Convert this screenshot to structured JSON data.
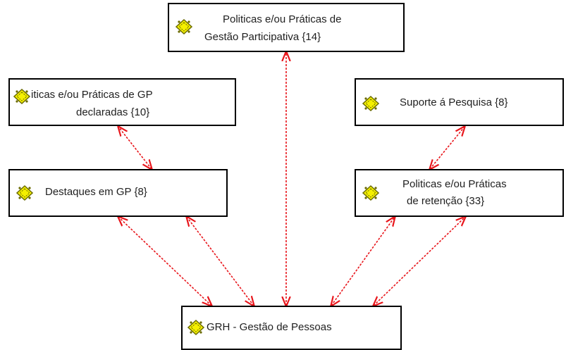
{
  "nodes": {
    "gestao_participativa": {
      "line1": "Politicas e/ou Práticas de",
      "line2": "Gestão Participativa {14}",
      "icon": "network-node-icon"
    },
    "declaradas": {
      "line1": "iticas e/ou Práticas  de GP",
      "line2": "declaradas {10}",
      "icon": "network-node-icon"
    },
    "suporte": {
      "line1": "Suporte á Pesquisa {8}",
      "icon": "network-node-icon"
    },
    "destaques": {
      "line1": "Destaques em GP  {8}",
      "icon": "network-node-icon"
    },
    "retencao": {
      "line1": "Politicas e/ou Práticas",
      "line2": "de retenção {33}",
      "icon": "network-node-icon"
    },
    "grh": {
      "line1": "GRH - Gestão de Pessoas",
      "icon": "network-node-icon"
    }
  },
  "colors": {
    "edge": "#e8141a",
    "icon_fill": "#f5f000",
    "icon_stroke": "#6b6b00",
    "border": "#000000"
  }
}
